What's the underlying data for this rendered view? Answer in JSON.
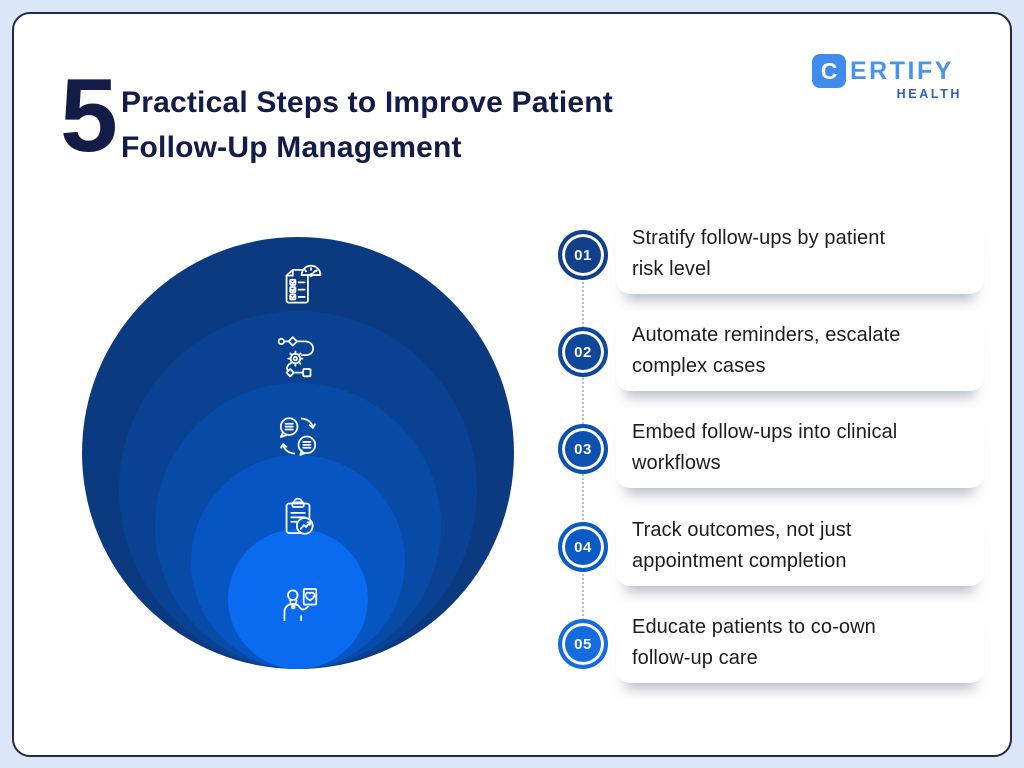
{
  "header": {
    "big_number": "5",
    "title_line1": "Practical Steps to Improve Patient",
    "title_line2": "Follow-Up Management"
  },
  "logo": {
    "initial": "C",
    "name_rest": "ERTIFY",
    "subtitle": "HEALTH"
  },
  "colors": {
    "background": "#dbe7f9",
    "card_border": "#252a40",
    "title": "#131b47",
    "logo_square": "#3f8ced",
    "logo_text": "#4a94f0",
    "logo_subtitle": "#2e5ec9",
    "step_text": "#1d1d1f",
    "dotted_line": "#b9c1cd"
  },
  "funnel": {
    "circles": [
      {
        "icon": "risk-checklist-gauge-icon",
        "color": "#0b3a80",
        "diameter": 432
      },
      {
        "icon": "workflow-automation-icon",
        "color": "#094292",
        "diameter": 358
      },
      {
        "icon": "chat-exchange-icon",
        "color": "#084ba6",
        "diameter": 286
      },
      {
        "icon": "outcome-clipboard-icon",
        "color": "#0655c3",
        "diameter": 214
      },
      {
        "icon": "patient-education-icon",
        "color": "#0a6af0",
        "diameter": 140
      }
    ]
  },
  "steps": [
    {
      "number": "01",
      "badge_color": "#123f89",
      "lines": [
        "Stratify follow-ups by patient",
        "risk level"
      ]
    },
    {
      "number": "02",
      "badge_color": "#0f479b",
      "lines": [
        "Automate reminders, escalate",
        "complex cases"
      ]
    },
    {
      "number": "03",
      "badge_color": "#0d50ae",
      "lines": [
        "Embed follow-ups into clinical",
        "workflows"
      ]
    },
    {
      "number": "04",
      "badge_color": "#0b5ac5",
      "lines": [
        "Track outcomes, not just",
        "appointment completion"
      ]
    },
    {
      "number": "05",
      "badge_color": "#156cdf",
      "lines": [
        "Educate patients to co-own",
        "follow-up care"
      ]
    }
  ]
}
